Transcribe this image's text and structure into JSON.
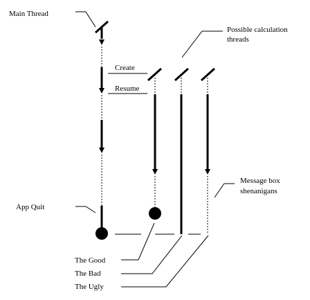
{
  "labels": {
    "main_thread": "Main Thread",
    "possible_threads_line1": "Possible calculation",
    "possible_threads_line2": "threads",
    "create": "Create",
    "resume": "Resume",
    "app_quit": "App Quit",
    "message_box_line1": "Message box",
    "message_box_line2": "shenanigans",
    "the_good": "The Good",
    "the_bad": "The Bad",
    "the_ugly": "The Ugly"
  },
  "colors": {
    "line": "#000000",
    "background": "#ffffff"
  }
}
